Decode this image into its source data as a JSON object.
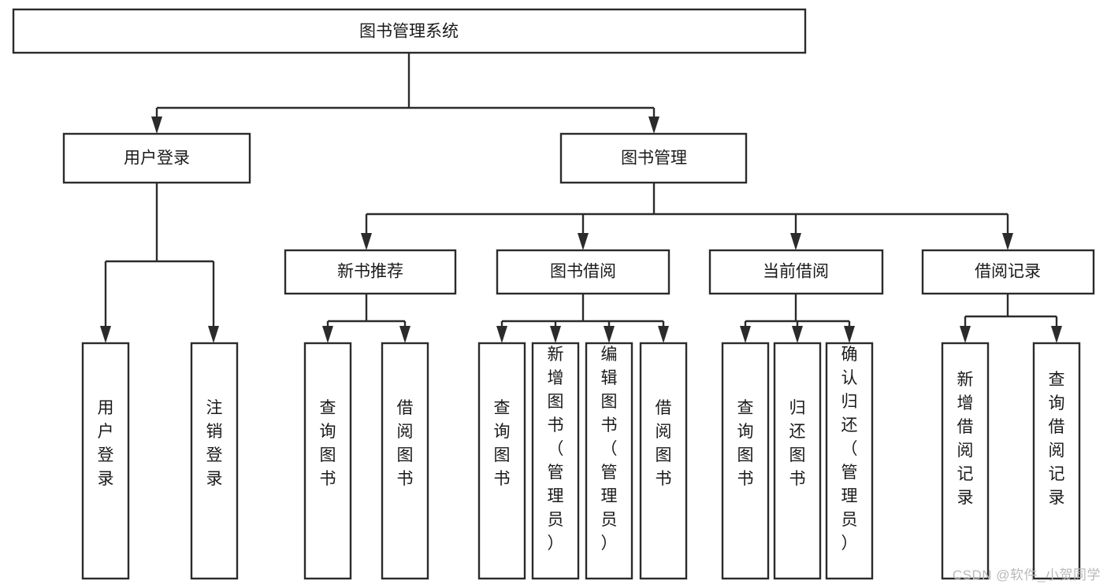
{
  "diagram": {
    "type": "tree",
    "title": "图书管理系统",
    "watermark": "CSDN @软件_小贺同学",
    "colors": {
      "stroke": "#2b2b2b",
      "fill": "#ffffff",
      "text": "#1a1a1a",
      "watermark": "#b9b9b9"
    },
    "levels": {
      "root": {
        "label": "图书管理系统"
      },
      "level2": [
        {
          "label": "用户登录"
        },
        {
          "label": "图书管理"
        }
      ],
      "level3": [
        {
          "label": "新书推荐"
        },
        {
          "label": "图书借阅"
        },
        {
          "label": "当前借阅"
        },
        {
          "label": "借阅记录"
        }
      ],
      "leaves": {
        "user_login": [
          {
            "label": "用户登录"
          },
          {
            "label": "注销登录"
          }
        ],
        "new_book_recommend": [
          {
            "label": "查询图书"
          },
          {
            "label": "借阅图书"
          }
        ],
        "book_borrow": [
          {
            "label": "查询图书"
          },
          {
            "label": "新增图书（管理员）"
          },
          {
            "label": "编辑图书（管理员）"
          },
          {
            "label": "借阅图书"
          }
        ],
        "current_borrow": [
          {
            "label": "查询图书"
          },
          {
            "label": "归还图书"
          },
          {
            "label": "确认归还（管理员）"
          }
        ],
        "borrow_records": [
          {
            "label": "新增借阅记录"
          },
          {
            "label": "查询借阅记录"
          }
        ]
      }
    }
  }
}
